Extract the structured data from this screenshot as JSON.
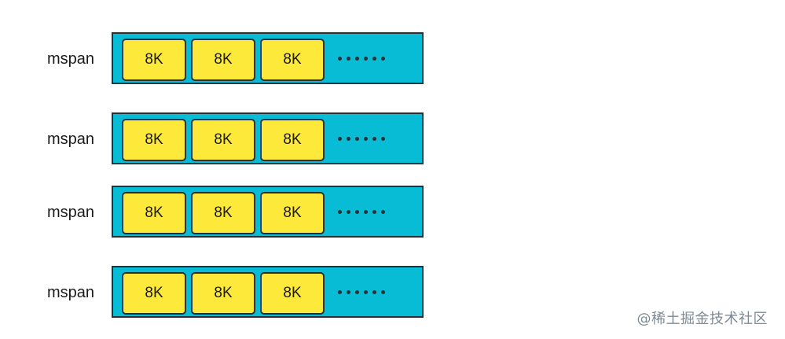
{
  "rows": [
    {
      "label": "mspan",
      "pages": [
        "8K",
        "8K",
        "8K"
      ]
    },
    {
      "label": "mspan",
      "pages": [
        "8K",
        "8K",
        "8K"
      ]
    },
    {
      "label": "mspan",
      "pages": [
        "8K",
        "8K",
        "8K"
      ]
    },
    {
      "label": "mspan",
      "pages": [
        "8K",
        "8K",
        "8K"
      ]
    }
  ],
  "colors": {
    "span_fill": "#08bcd6",
    "page_fill": "#fde93a",
    "outline": "#263238"
  },
  "watermark": "@稀土掘金技术社区"
}
